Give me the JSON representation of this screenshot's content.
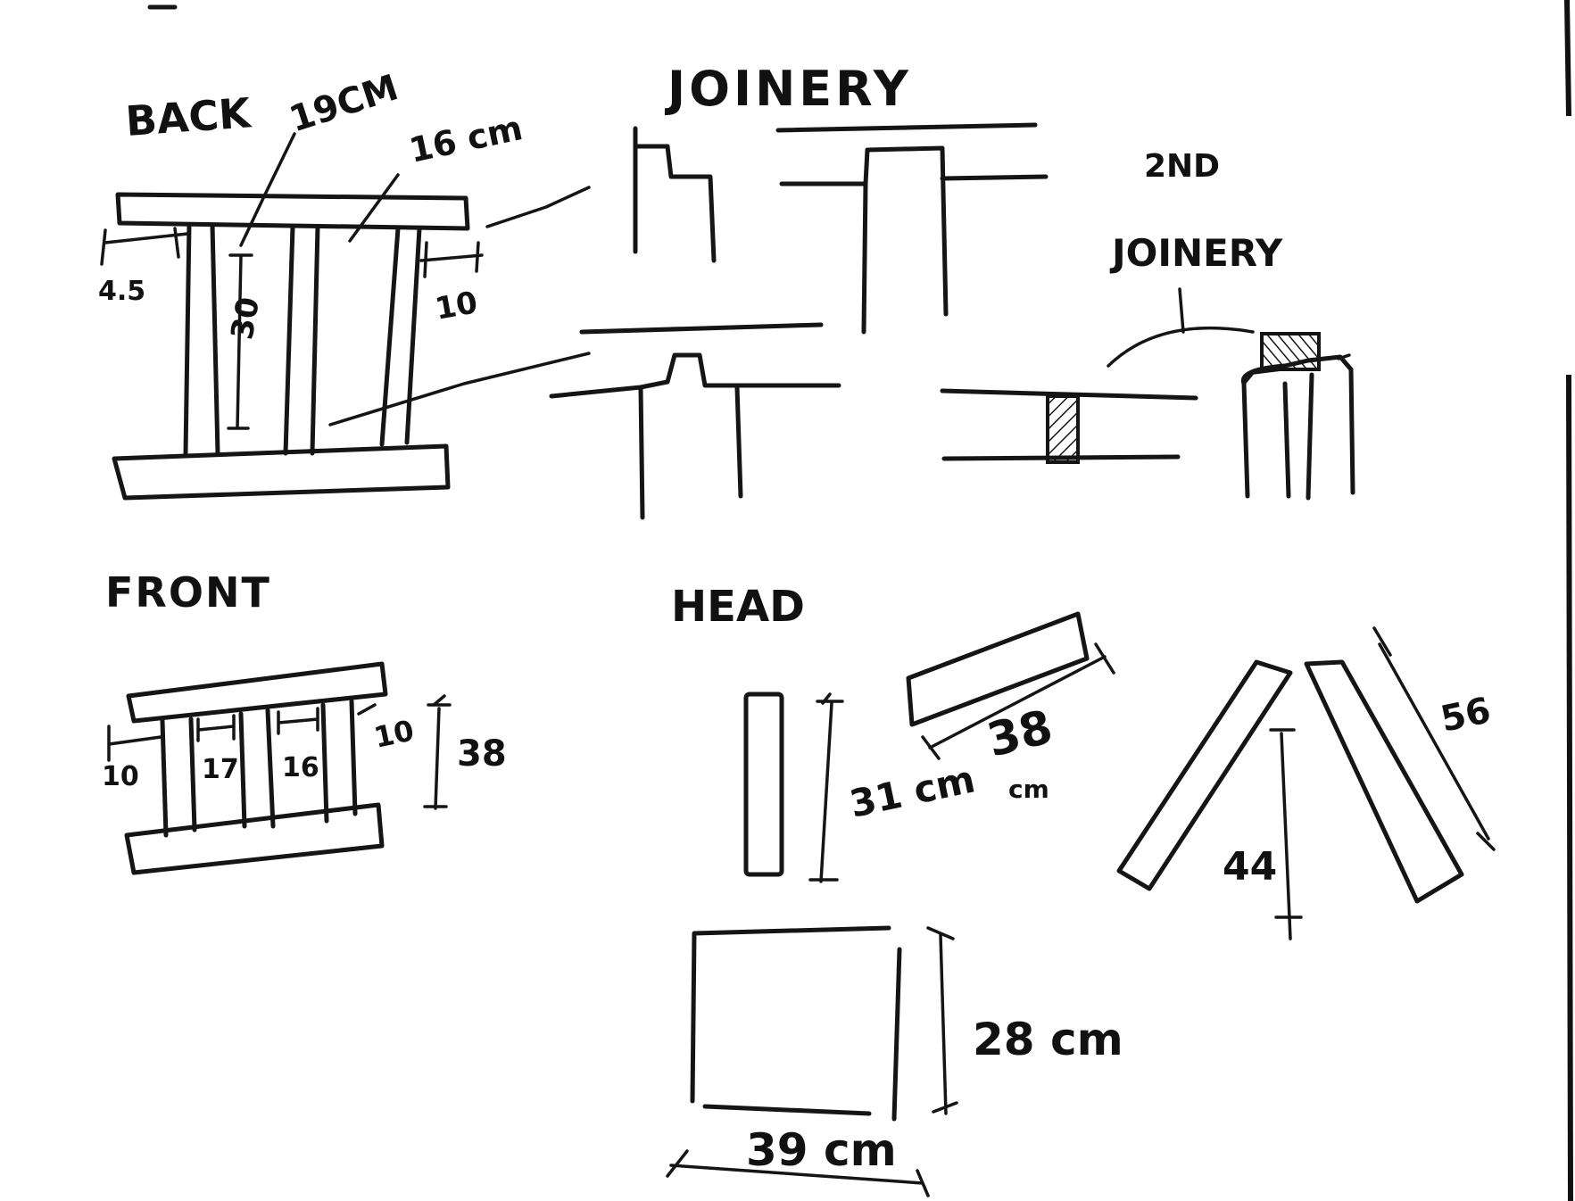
{
  "labels": {
    "back": "BACK",
    "front": "FRONT",
    "joinery": "JOINERY",
    "second_joinery_1": "2ND",
    "second_joinery_2": "JOINERY",
    "head": "HEAD"
  },
  "back_view": {
    "top_width": "19CM",
    "inner_width": "16 cm",
    "left_overhang": "4.5",
    "right_overhang": "10",
    "height": "30"
  },
  "front_view": {
    "left_overhang": "10",
    "bay_1": "17",
    "bay_2": "16",
    "right_overhang": "10",
    "height": "38"
  },
  "head_parts": {
    "post_height": "31 cm",
    "plank_length": "38",
    "plank_unit": "cm",
    "rafter_length": "56",
    "peak_height": "44",
    "square_height": "28 cm",
    "square_width": "39 cm"
  },
  "colors": {
    "ink": "#151515",
    "paper": "#ffffff"
  }
}
